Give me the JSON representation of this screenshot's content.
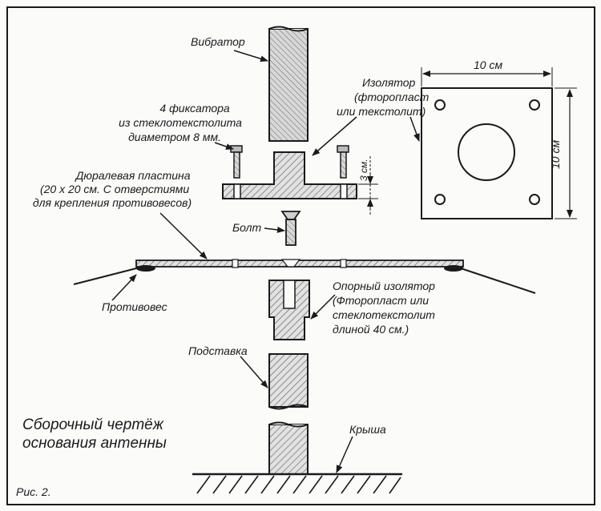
{
  "figure": {
    "title_line1": "Сборочный чертёж",
    "title_line2": "основания антенны",
    "caption": "Рис. 2."
  },
  "labels": {
    "vibrator": "Вибратор",
    "fasteners_line1": "4 фиксатора",
    "fasteners_line2": "из стеклотекстолита",
    "fasteners_line3": "диаметром 8 мм.",
    "plate_line1": "Дюралевая пластина",
    "plate_line2": "(20 х 20 см. С отверстиями",
    "plate_line3": "для крепления противовесов)",
    "bolt": "Болт",
    "counterweight": "Противовес",
    "support_line1": "Опорный изолятор",
    "support_line2": "(Фторопласт или",
    "support_line3": "стеклотекстолит",
    "support_line4": "длиной 40 см.)",
    "stand": "Подставка",
    "roof": "Крыша",
    "insulator_line1": "Изолятор",
    "insulator_line2": "(фторопласт",
    "insulator_line3": "или текстолит)"
  },
  "dimensions": {
    "height_3cm": "3 см.",
    "width_10cm": "10 см",
    "side_10cm": "10 см"
  },
  "colors": {
    "ink": "#1a1a1a",
    "hatch_fill": "#d9d9d9",
    "paper": "#fbfbfa"
  }
}
